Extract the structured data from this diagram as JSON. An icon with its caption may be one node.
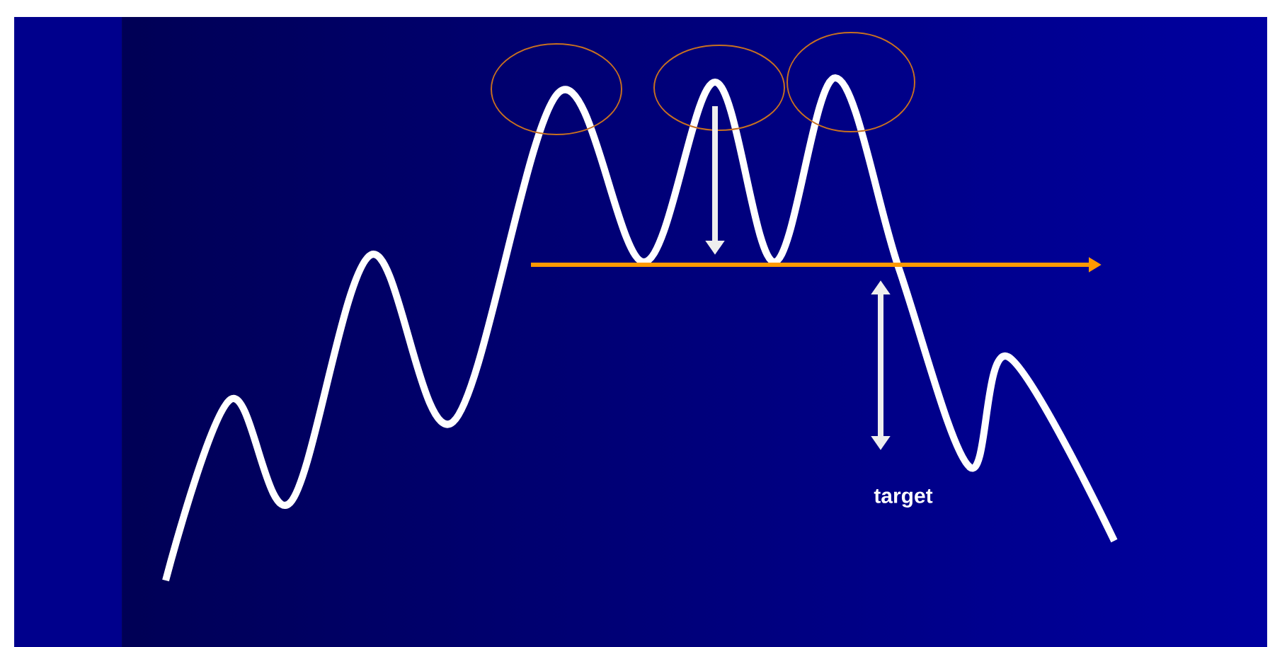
{
  "diagram": {
    "nodes": [
      {
        "text": [],
        "shape": "circle"
      },
      {
        "text": [],
        "shape": "circle"
      },
      {
        "text": [],
        "shape": "circle"
      }
    ],
    "labels": [
      "target"
    ]
  }
}
